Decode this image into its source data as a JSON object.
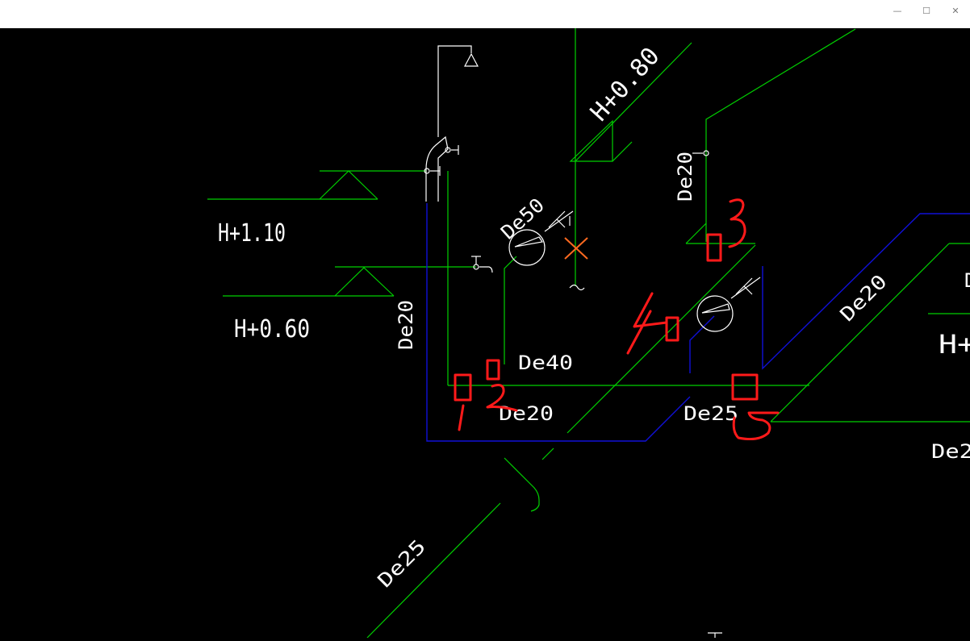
{
  "window": {
    "controls": {
      "minimize": "—",
      "maximize": "☐",
      "close": "✕"
    }
  },
  "drawing": {
    "elevation_labels": [
      "H+1.10",
      "H+0.60",
      "H+0.80"
    ],
    "pipe_labels": {
      "de20_vertical_left": "De20",
      "de20_vertical_right": "De20",
      "de50": "De50",
      "de40": "De40",
      "de20_bottom": "De20",
      "de25_bottom": "De25",
      "de20_diagonal": "De20",
      "de25_diagonal": "De25",
      "de2_edge": "De2",
      "h_edge": "H+",
      "d_edge": "D"
    },
    "markups": [
      "1",
      "2",
      "3",
      "4",
      "5"
    ],
    "colors": {
      "cold_pipe": "#00d000",
      "blue_pipe": "#0000cc",
      "text": "#ffffff",
      "markup": "#ff1a1a",
      "cross": "#ff6a20"
    }
  }
}
